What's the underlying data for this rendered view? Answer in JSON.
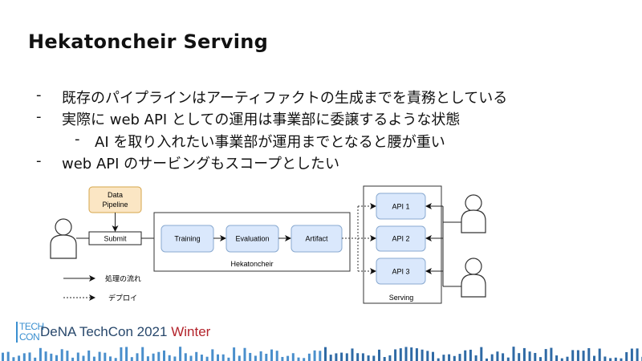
{
  "slide": {
    "title": "Hekatoncheir Serving",
    "bullets": [
      {
        "marker": "-",
        "text": "既存のパイプラインはアーティファクトの生成までを責務としている",
        "level": 1
      },
      {
        "marker": "-",
        "text": "実際に web API としての運用は事業部に委譲するような状態",
        "level": 1
      },
      {
        "marker": "-",
        "text": "AI を取り入れたい事業部が運用までとなると腰が重い",
        "level": 2
      },
      {
        "marker": "-",
        "text": "web API のサービングもスコープとしたい",
        "level": 1
      }
    ]
  },
  "diagram": {
    "data_pipeline": [
      "Data",
      "Pipeline"
    ],
    "submit": "Submit",
    "hekatoncheir_label": "Hekatoncheir",
    "stages": [
      "Training",
      "Evaluation",
      "Artifact"
    ],
    "serving_label": "Serving",
    "apis": [
      "API 1",
      "API 2",
      "API 3"
    ],
    "legend": {
      "flow": "処理の流れ",
      "deploy": "デプロイ"
    },
    "colors": {
      "pipeline_fill": "#fbe6c4",
      "pipeline_stroke": "#d6a54a",
      "stage_fill": "#dae8fc",
      "stage_stroke": "#8aaad0"
    }
  },
  "footer": {
    "logo": [
      "TECH",
      "CON"
    ],
    "event": "DeNA TechCon 2021",
    "season": "Winter",
    "colors": {
      "text": "#27476b",
      "accent": "#b3232b",
      "bars": "#3a7fbf"
    }
  }
}
